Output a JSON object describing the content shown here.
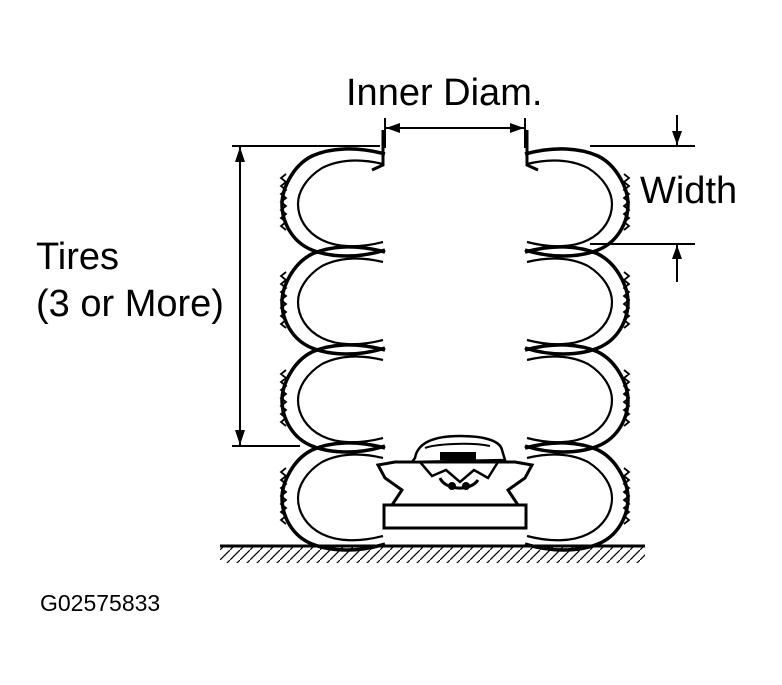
{
  "labels": {
    "inner_diam": "Inner Diam.",
    "width": "Width",
    "tires_line1": "Tires",
    "tires_line2": "(3 or More)",
    "figure_code": "G02575833"
  },
  "colors": {
    "ink": "#000000",
    "paper": "#ffffff"
  }
}
